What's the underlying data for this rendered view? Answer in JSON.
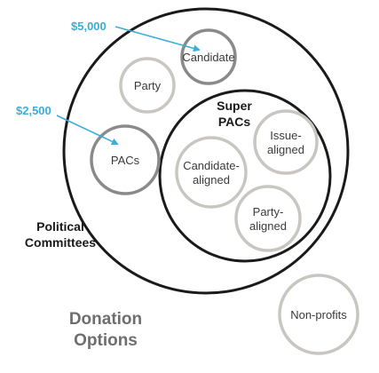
{
  "colors": {
    "outline_dark": "#1a1a1a",
    "outline_gray": "#8a8a8a",
    "outline_light": "#c9c6c1",
    "annotation": "#3aaed8",
    "title": "#6e6e6e"
  },
  "labels": {
    "candidate": "Candidate",
    "party": "Party",
    "pacs": "PACs",
    "super_pacs_line1": "Super",
    "super_pacs_line2": "PACs",
    "issue_line1": "Issue-",
    "issue_line2": "aligned",
    "candidate_aligned_line1": "Candidate-",
    "candidate_aligned_line2": "aligned",
    "party_aligned_line1": "Party-",
    "party_aligned_line2": "aligned",
    "political_line1": "Political",
    "political_line2": "Committees",
    "nonprofits": "Non-profits",
    "title_line1": "Donation",
    "title_line2": "Options"
  },
  "annotations": {
    "candidate_limit": "$5,000",
    "pac_limit": "$2,500"
  }
}
